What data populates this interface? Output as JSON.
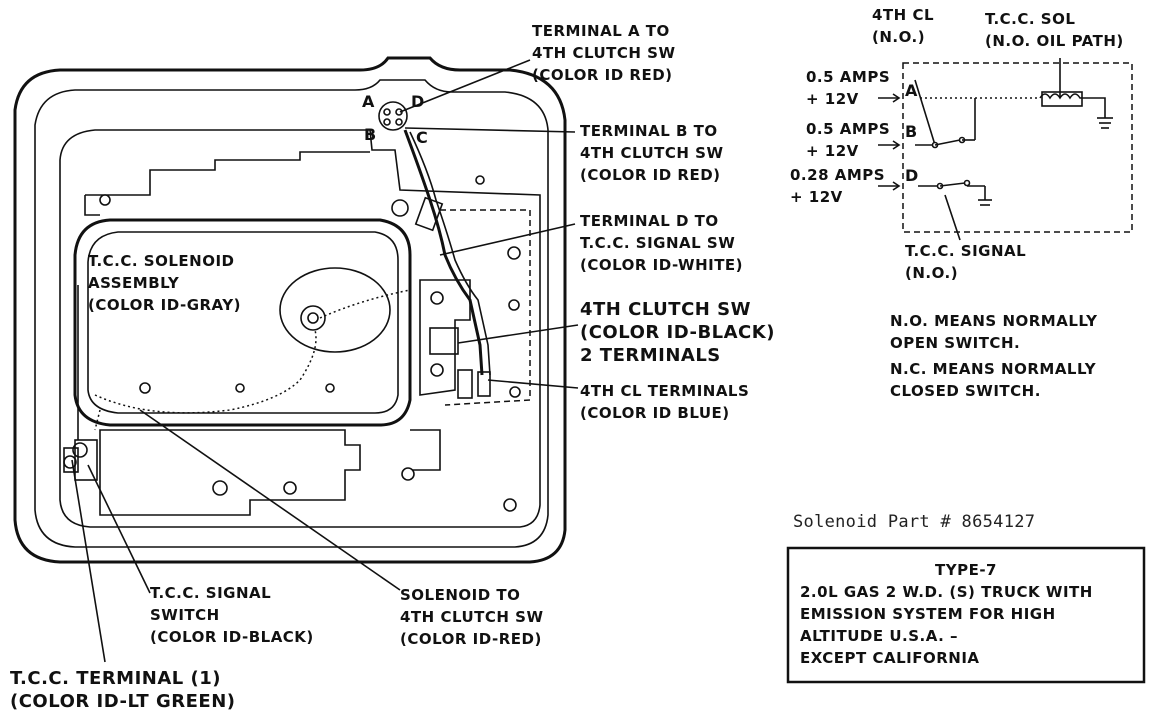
{
  "callouts": {
    "terminal_a": [
      "TERMINAL A TO",
      "4TH CLUTCH SW",
      "(COLOR ID RED)"
    ],
    "terminal_b": [
      "TERMINAL B TO",
      "4TH CLUTCH SW",
      "(COLOR ID RED)"
    ],
    "terminal_d": [
      "TERMINAL D TO",
      "T.C.C. SIGNAL SW",
      "(COLOR ID-WHITE)"
    ],
    "tcc_solenoid": [
      "T.C.C. SOLENOID",
      "ASSEMBLY",
      "(COLOR ID-GRAY)"
    ],
    "fourth_clutch_sw": [
      "4TH CLUTCH SW",
      "(COLOR ID-BLACK)",
      "2 TERMINALS"
    ],
    "fourth_cl_terminals": [
      "4TH CL TERMINALS",
      "(COLOR ID BLUE)"
    ],
    "tcc_signal_switch": [
      "T.C.C. SIGNAL",
      "SWITCH",
      "(COLOR ID-BLACK)"
    ],
    "solenoid_to_4th": [
      "SOLENOID TO",
      "4TH CLUTCH SW",
      "(COLOR ID-RED)"
    ],
    "tcc_terminal": [
      "T.C.C. TERMINAL (1)",
      "(COLOR ID-LT GREEN)"
    ]
  },
  "connector_letters": {
    "a": "A",
    "b": "B",
    "c": "C",
    "d": "D"
  },
  "schematic": {
    "fourth_cl": [
      "4TH CL",
      "(N.O.)"
    ],
    "tcc_sol": [
      "T.C.C. SOL",
      "(N.O. OIL PATH)"
    ],
    "feeds": [
      {
        "amps": "0.5 AMPS",
        "volts": "+ 12V",
        "terminal": "A"
      },
      {
        "amps": "0.5 AMPS",
        "volts": "+ 12V",
        "terminal": "B"
      },
      {
        "amps": "0.28 AMPS",
        "volts": "+ 12V",
        "terminal": "D"
      }
    ],
    "tcc_signal": [
      "T.C.C. SIGNAL",
      "(N.O.)"
    ]
  },
  "notes": [
    "N.O. MEANS NORMALLY",
    "OPEN SWITCH.",
    "N.C. MEANS NORMALLY",
    "CLOSED SWITCH."
  ],
  "part_number": "Solenoid Part # 8654127",
  "type_box": {
    "title": "TYPE-7",
    "lines": [
      "2.0L GAS 2 W.D. (S) TRUCK WITH",
      "EMISSION SYSTEM FOR HIGH",
      "ALTITUDE U.S.A. –",
      "EXCEPT CALIFORNIA"
    ]
  }
}
